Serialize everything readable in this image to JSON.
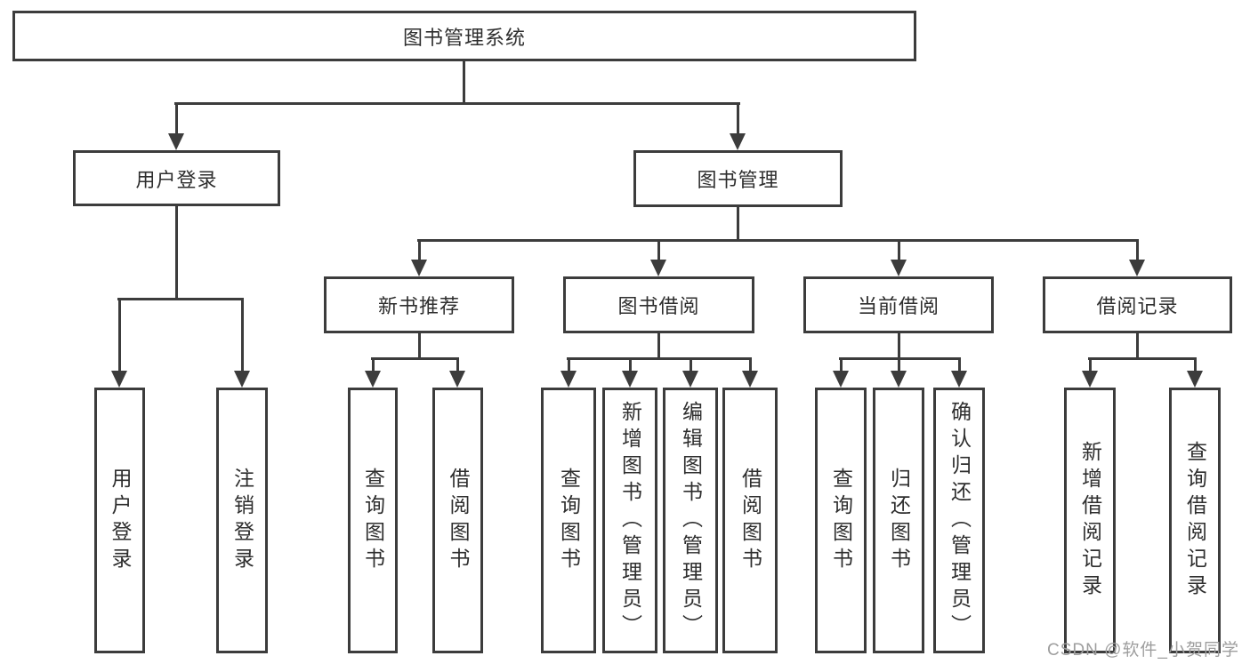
{
  "diagram_title": "图书管理系统",
  "colors": {
    "line": "#3c3c3c",
    "node_text": "#2e2e2e",
    "background": "#ffffff",
    "watermark": "#9e9e9e"
  },
  "root": {
    "label": "图书管理系统"
  },
  "branches": [
    {
      "label": "用户登录",
      "children": [
        {
          "label": "用户登录"
        },
        {
          "label": "注销登录"
        }
      ]
    },
    {
      "label": "图书管理",
      "children": [
        {
          "label": "新书推荐",
          "children": [
            {
              "label": "查询图书"
            },
            {
              "label": "借阅图书"
            }
          ]
        },
        {
          "label": "图书借阅",
          "children": [
            {
              "label": "查询图书"
            },
            {
              "label": "新增图书（管理员）"
            },
            {
              "label": "编辑图书（管理员）"
            },
            {
              "label": "借阅图书"
            }
          ]
        },
        {
          "label": "当前借阅",
          "children": [
            {
              "label": "查询图书"
            },
            {
              "label": "归还图书"
            },
            {
              "label": "确认归还（管理员）"
            }
          ]
        },
        {
          "label": "借阅记录",
          "children": [
            {
              "label": "新增借阅记录"
            },
            {
              "label": "查询借阅记录"
            }
          ]
        }
      ]
    }
  ],
  "watermark": "CSDN @软件_小贺同学"
}
